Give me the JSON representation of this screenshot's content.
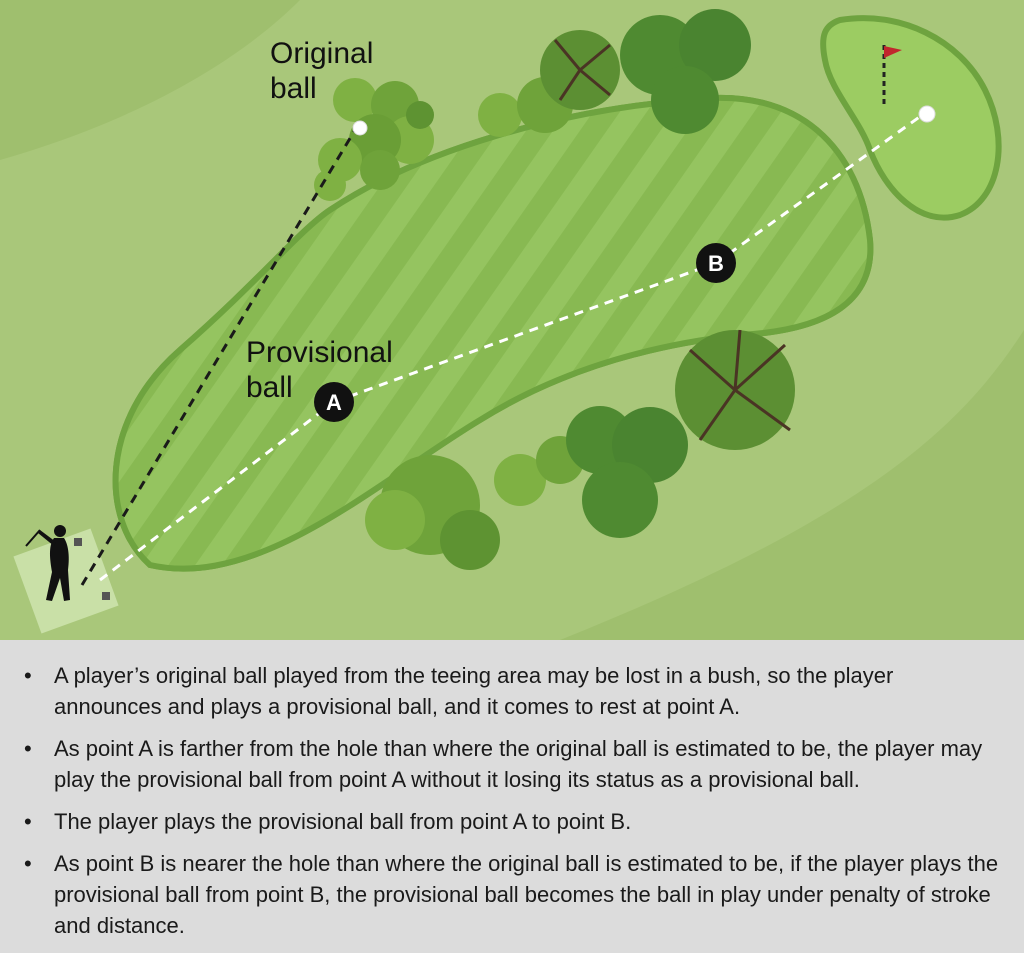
{
  "diagram": {
    "labels": {
      "original_ball": [
        "Original",
        "ball"
      ],
      "provisional_ball": [
        "Provisional",
        "ball"
      ]
    },
    "points": {
      "a": "A",
      "b": "B"
    },
    "colors": {
      "rough_dark": "#9fbf6e",
      "rough_light": "#a9c77a",
      "fairway": "#8cbc57",
      "fairway_stripe": "#95c460",
      "fairway_border": "#6ea33f",
      "tee_box": "#c9e0a7",
      "trees_light": "#7fb143",
      "trees_dark": "#3f7a2a",
      "flag": "#c1272d",
      "line_dark": "#1a1a1a",
      "line_white": "#ffffff",
      "point_marker": "#111111"
    },
    "icons": [
      "golfer-silhouette-icon",
      "flag-icon",
      "bush-icon",
      "tree-icon"
    ]
  },
  "notes": [
    "A player’s original ball played from the teeing area may be lost in a bush, so the player announces and plays a provisional ball, and it comes to rest at point A.",
    "As point A is farther from the hole than where the original ball is estimated to be, the player may play the provisional ball from point A without it losing its status as a provisional ball.",
    "The player plays the provisional ball from point A to point B.",
    "As point B is nearer the hole than where the original ball is estimated to be, if the player plays the provisional ball from point B, the provisional ball becomes the ball in play under penalty of stroke and distance."
  ]
}
